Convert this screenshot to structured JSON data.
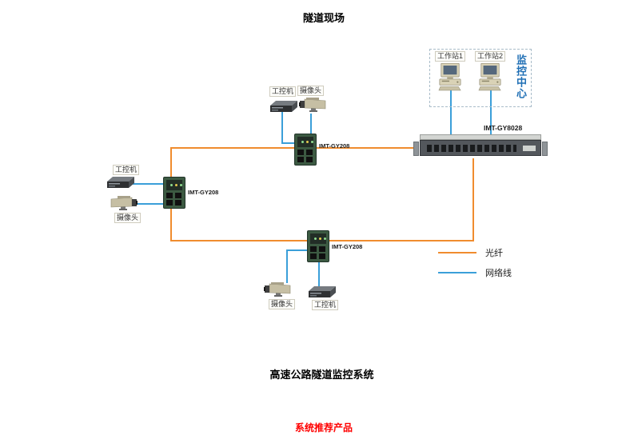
{
  "page": {
    "title": "隧道现场",
    "caption": "高速公路隧道监控系统",
    "footer": "系统推荐产品"
  },
  "monitoring_center": {
    "name": "监控中心",
    "workstation1": "工作站1",
    "workstation2": "工作站2"
  },
  "core_switch": {
    "model": "IMT-GY8028"
  },
  "field_switch": {
    "model": "IMT-GY208"
  },
  "labels": {
    "camera": "摄像头",
    "ipc": "工控机"
  },
  "legend": {
    "fiber": "光纤",
    "ethernet": "网络线"
  },
  "colors": {
    "fiber_line": "#F08C2E",
    "ethernet_line": "#3B9FD9",
    "monitoring_center_text": "#1F6FB5",
    "footer_text": "#FF0000"
  }
}
